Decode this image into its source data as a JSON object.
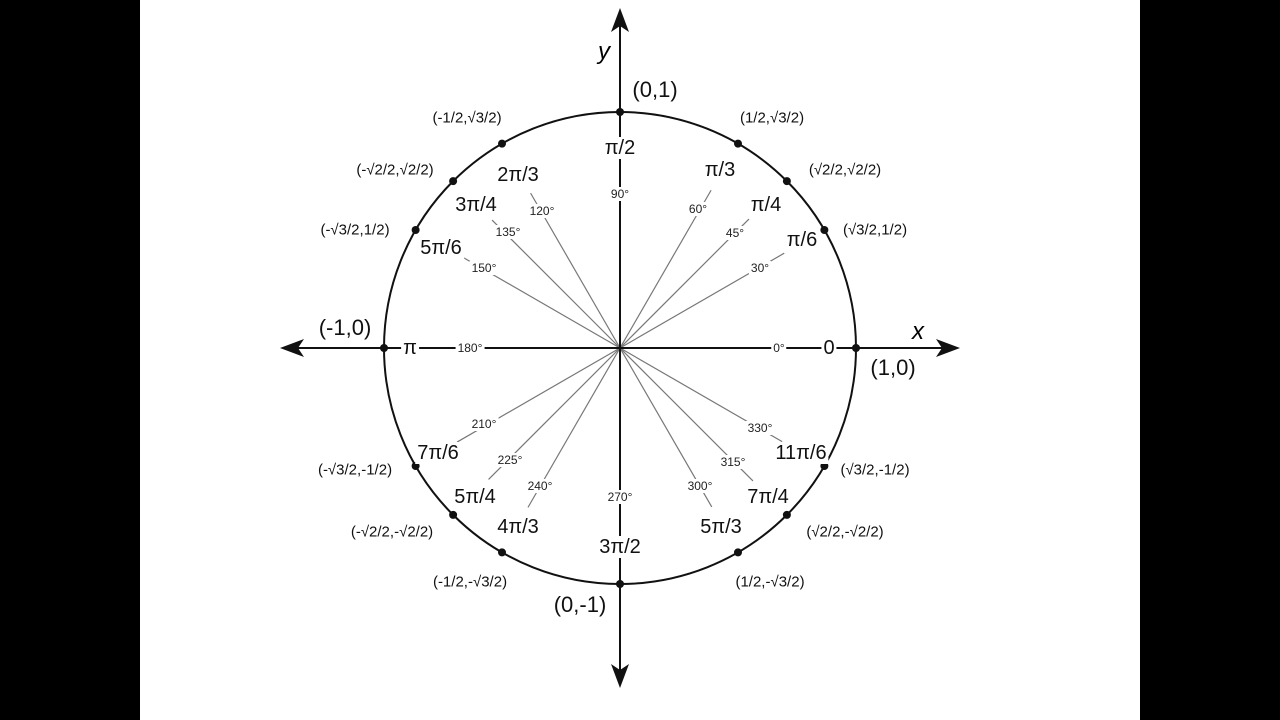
{
  "axes": {
    "x_label": "x",
    "y_label": "y"
  },
  "colors": {
    "background": "#ffffff",
    "ink": "#111111",
    "ray": "#777777",
    "letterbox": "#000000"
  },
  "points": [
    {
      "deg": 0,
      "degree_label": "0°",
      "radian": "0",
      "x": "1",
      "y": "0"
    },
    {
      "deg": 30,
      "degree_label": "30°",
      "radian": "π/6",
      "x": "√3/2",
      "y": "1/2"
    },
    {
      "deg": 45,
      "degree_label": "45°",
      "radian": "π/4",
      "x": "√2/2",
      "y": "√2/2"
    },
    {
      "deg": 60,
      "degree_label": "60°",
      "radian": "π/3",
      "x": "1/2",
      "y": "√3/2"
    },
    {
      "deg": 90,
      "degree_label": "90°",
      "radian": "π/2",
      "x": "0",
      "y": "1"
    },
    {
      "deg": 120,
      "degree_label": "120°",
      "radian": "2π/3",
      "x": "-1/2",
      "y": "√3/2"
    },
    {
      "deg": 135,
      "degree_label": "135°",
      "radian": "3π/4",
      "x": "-√2/2",
      "y": "√2/2"
    },
    {
      "deg": 150,
      "degree_label": "150°",
      "radian": "5π/6",
      "x": "-√3/2",
      "y": "1/2"
    },
    {
      "deg": 180,
      "degree_label": "180°",
      "radian": "π",
      "x": "-1",
      "y": "0"
    },
    {
      "deg": 210,
      "degree_label": "210°",
      "radian": "7π/6",
      "x": "-√3/2",
      "y": "-1/2"
    },
    {
      "deg": 225,
      "degree_label": "225°",
      "radian": "5π/4",
      "x": "-√2/2",
      "y": "-√2/2"
    },
    {
      "deg": 240,
      "degree_label": "240°",
      "radian": "4π/3",
      "x": "-1/2",
      "y": "-√3/2"
    },
    {
      "deg": 270,
      "degree_label": "270°",
      "radian": "3π/2",
      "x": "0",
      "y": "-1"
    },
    {
      "deg": 300,
      "degree_label": "300°",
      "radian": "5π/3",
      "x": "1/2",
      "y": "-√3/2"
    },
    {
      "deg": 315,
      "degree_label": "315°",
      "radian": "7π/4",
      "x": "√2/2",
      "y": "-√2/2"
    },
    {
      "deg": 330,
      "degree_label": "330°",
      "radian": "11π/6",
      "x": "√3/2",
      "y": "-1/2"
    }
  ]
}
